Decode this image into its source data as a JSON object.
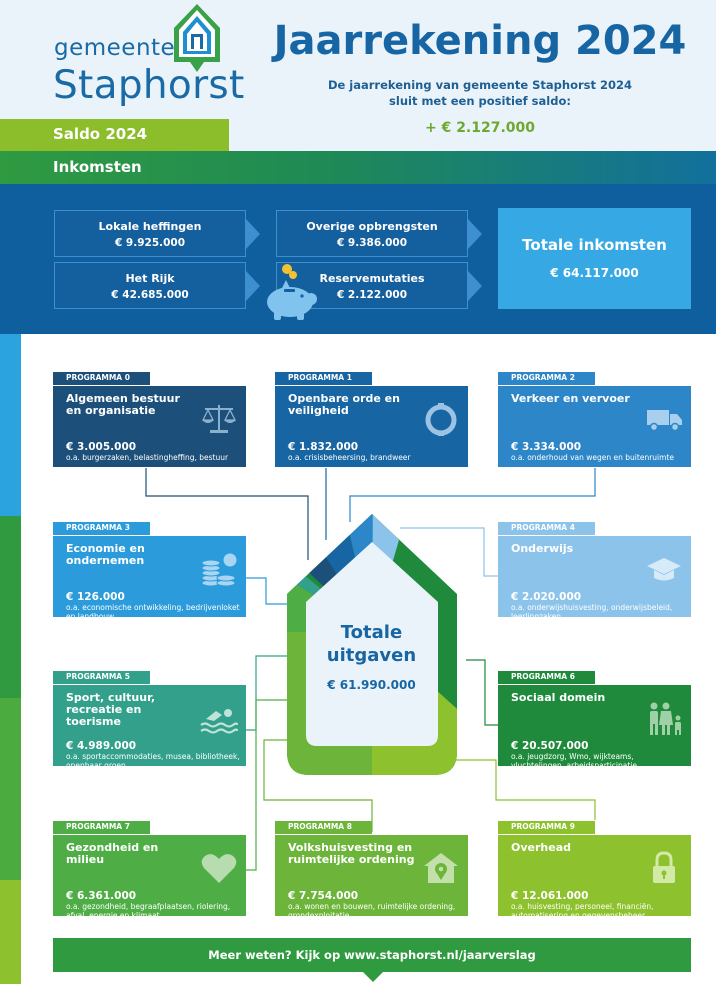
{
  "header": {
    "logo_line1": "gemeente",
    "logo_line2": "Staphorst",
    "title": "Jaarrekening 2024",
    "intro_line1": "De jaarrekening van gemeente Staphorst 2024",
    "intro_line2": "sluit met een positief saldo:",
    "saldo_value": "+ € 2.127.000",
    "saldo_label": "Saldo 2024",
    "inkomsten_label": "Inkomsten"
  },
  "inkomsten": {
    "items": [
      {
        "label": "Lokale heffingen",
        "value": "€ 9.925.000"
      },
      {
        "label": "Overige opbrengsten",
        "value": "€ 9.386.000"
      },
      {
        "label": "Het Rijk",
        "value": "€ 42.685.000"
      },
      {
        "label": "Reservemutaties",
        "value": "€ 2.122.000"
      }
    ],
    "total_label": "Totale inkomsten",
    "total_value": "€ 64.117.000"
  },
  "uitgaven": {
    "total_line1": "Totale",
    "total_line2": "uitgaven",
    "total_value": "€ 61.990.000"
  },
  "programmas": [
    {
      "tag": "PROGRAMMA 0",
      "title": "Algemeen bestuur en organisatie",
      "amount": "€ 3.005.000",
      "desc": "o.a. burgerzaken, belastingheffing, bestuur",
      "icon": "scales-icon",
      "color": "#1c4f79",
      "tab": "#1c4f79"
    },
    {
      "tag": "PROGRAMMA 1",
      "title": "Openbare orde en veiligheid",
      "amount": "€ 1.832.000",
      "desc": "o.a. crisisbeheersing, brandweer",
      "icon": "lifebuoy-icon",
      "color": "#1766a3",
      "tab": "#1766a3"
    },
    {
      "tag": "PROGRAMMA 2",
      "title": "Verkeer en vervoer",
      "amount": "€ 3.334.000",
      "desc": "o.a. onderhoud van wegen en buitenruimte",
      "icon": "truck-icon",
      "color": "#2c86c8",
      "tab": "#2c86c8"
    },
    {
      "tag": "PROGRAMMA 3",
      "title": "Economie en ondernemen",
      "amount": "€ 126.000",
      "desc": "o.a. economische ontwikkeling, bedrijvenloket en landbouw",
      "icon": "coins-icon",
      "color": "#2b9bdc",
      "tab": "#2b9bdc"
    },
    {
      "tag": "PROGRAMMA 4",
      "title": "Onderwijs",
      "amount": "€ 2.020.000",
      "desc": "o.a. onderwijshuisvesting, onderwijsbeleid, leerlingzaken",
      "icon": "graduation-cap-icon",
      "color": "#8cc3eb",
      "tab": "#8cc3eb"
    },
    {
      "tag": "PROGRAMMA 5",
      "title": "Sport, cultuur, recreatie en toerisme",
      "amount": "€ 4.989.000",
      "desc": "o.a. sportaccommodaties, musea, bibliotheek, openbaar groen",
      "icon": "swimmer-icon",
      "color": "#33a08c",
      "tab": "#33a08c"
    },
    {
      "tag": "PROGRAMMA 6",
      "title": "Sociaal domein",
      "amount": "€ 20.507.000",
      "desc": "o.a. jeugdzorg, Wmo, wijkteams, vluchtelingen, arbeidsparticipatie",
      "icon": "family-icon",
      "color": "#1f8a3c",
      "tab": "#1f8a3c"
    },
    {
      "tag": "PROGRAMMA 7",
      "title": "Gezondheid en milieu",
      "amount": "€ 6.361.000",
      "desc": "o.a. gezondheid, begraafplaatsen, riolering, afval, energie en klimaat",
      "icon": "heart-icon",
      "color": "#4fad46",
      "tab": "#4fad46"
    },
    {
      "tag": "PROGRAMMA 8",
      "title": "Volkshuisvesting en ruimtelijke ordening",
      "amount": "€ 7.754.000",
      "desc": "o.a. wonen en bouwen, ruimtelijke ordening, grondexploitatie",
      "icon": "house-pin-icon",
      "color": "#6db43a",
      "tab": "#6db43a"
    },
    {
      "tag": "PROGRAMMA 9",
      "title": "Overhead",
      "amount": "€ 12.061.000",
      "desc": "o.a. huisvesting, personeel, financiën, automatisering en gegevensbeheer",
      "icon": "padlock-icon",
      "color": "#8dc12e",
      "tab": "#8dc12e"
    }
  ],
  "footer": {
    "text": "Meer weten? Kijk op www.staphorst.nl/jaarverslag"
  }
}
